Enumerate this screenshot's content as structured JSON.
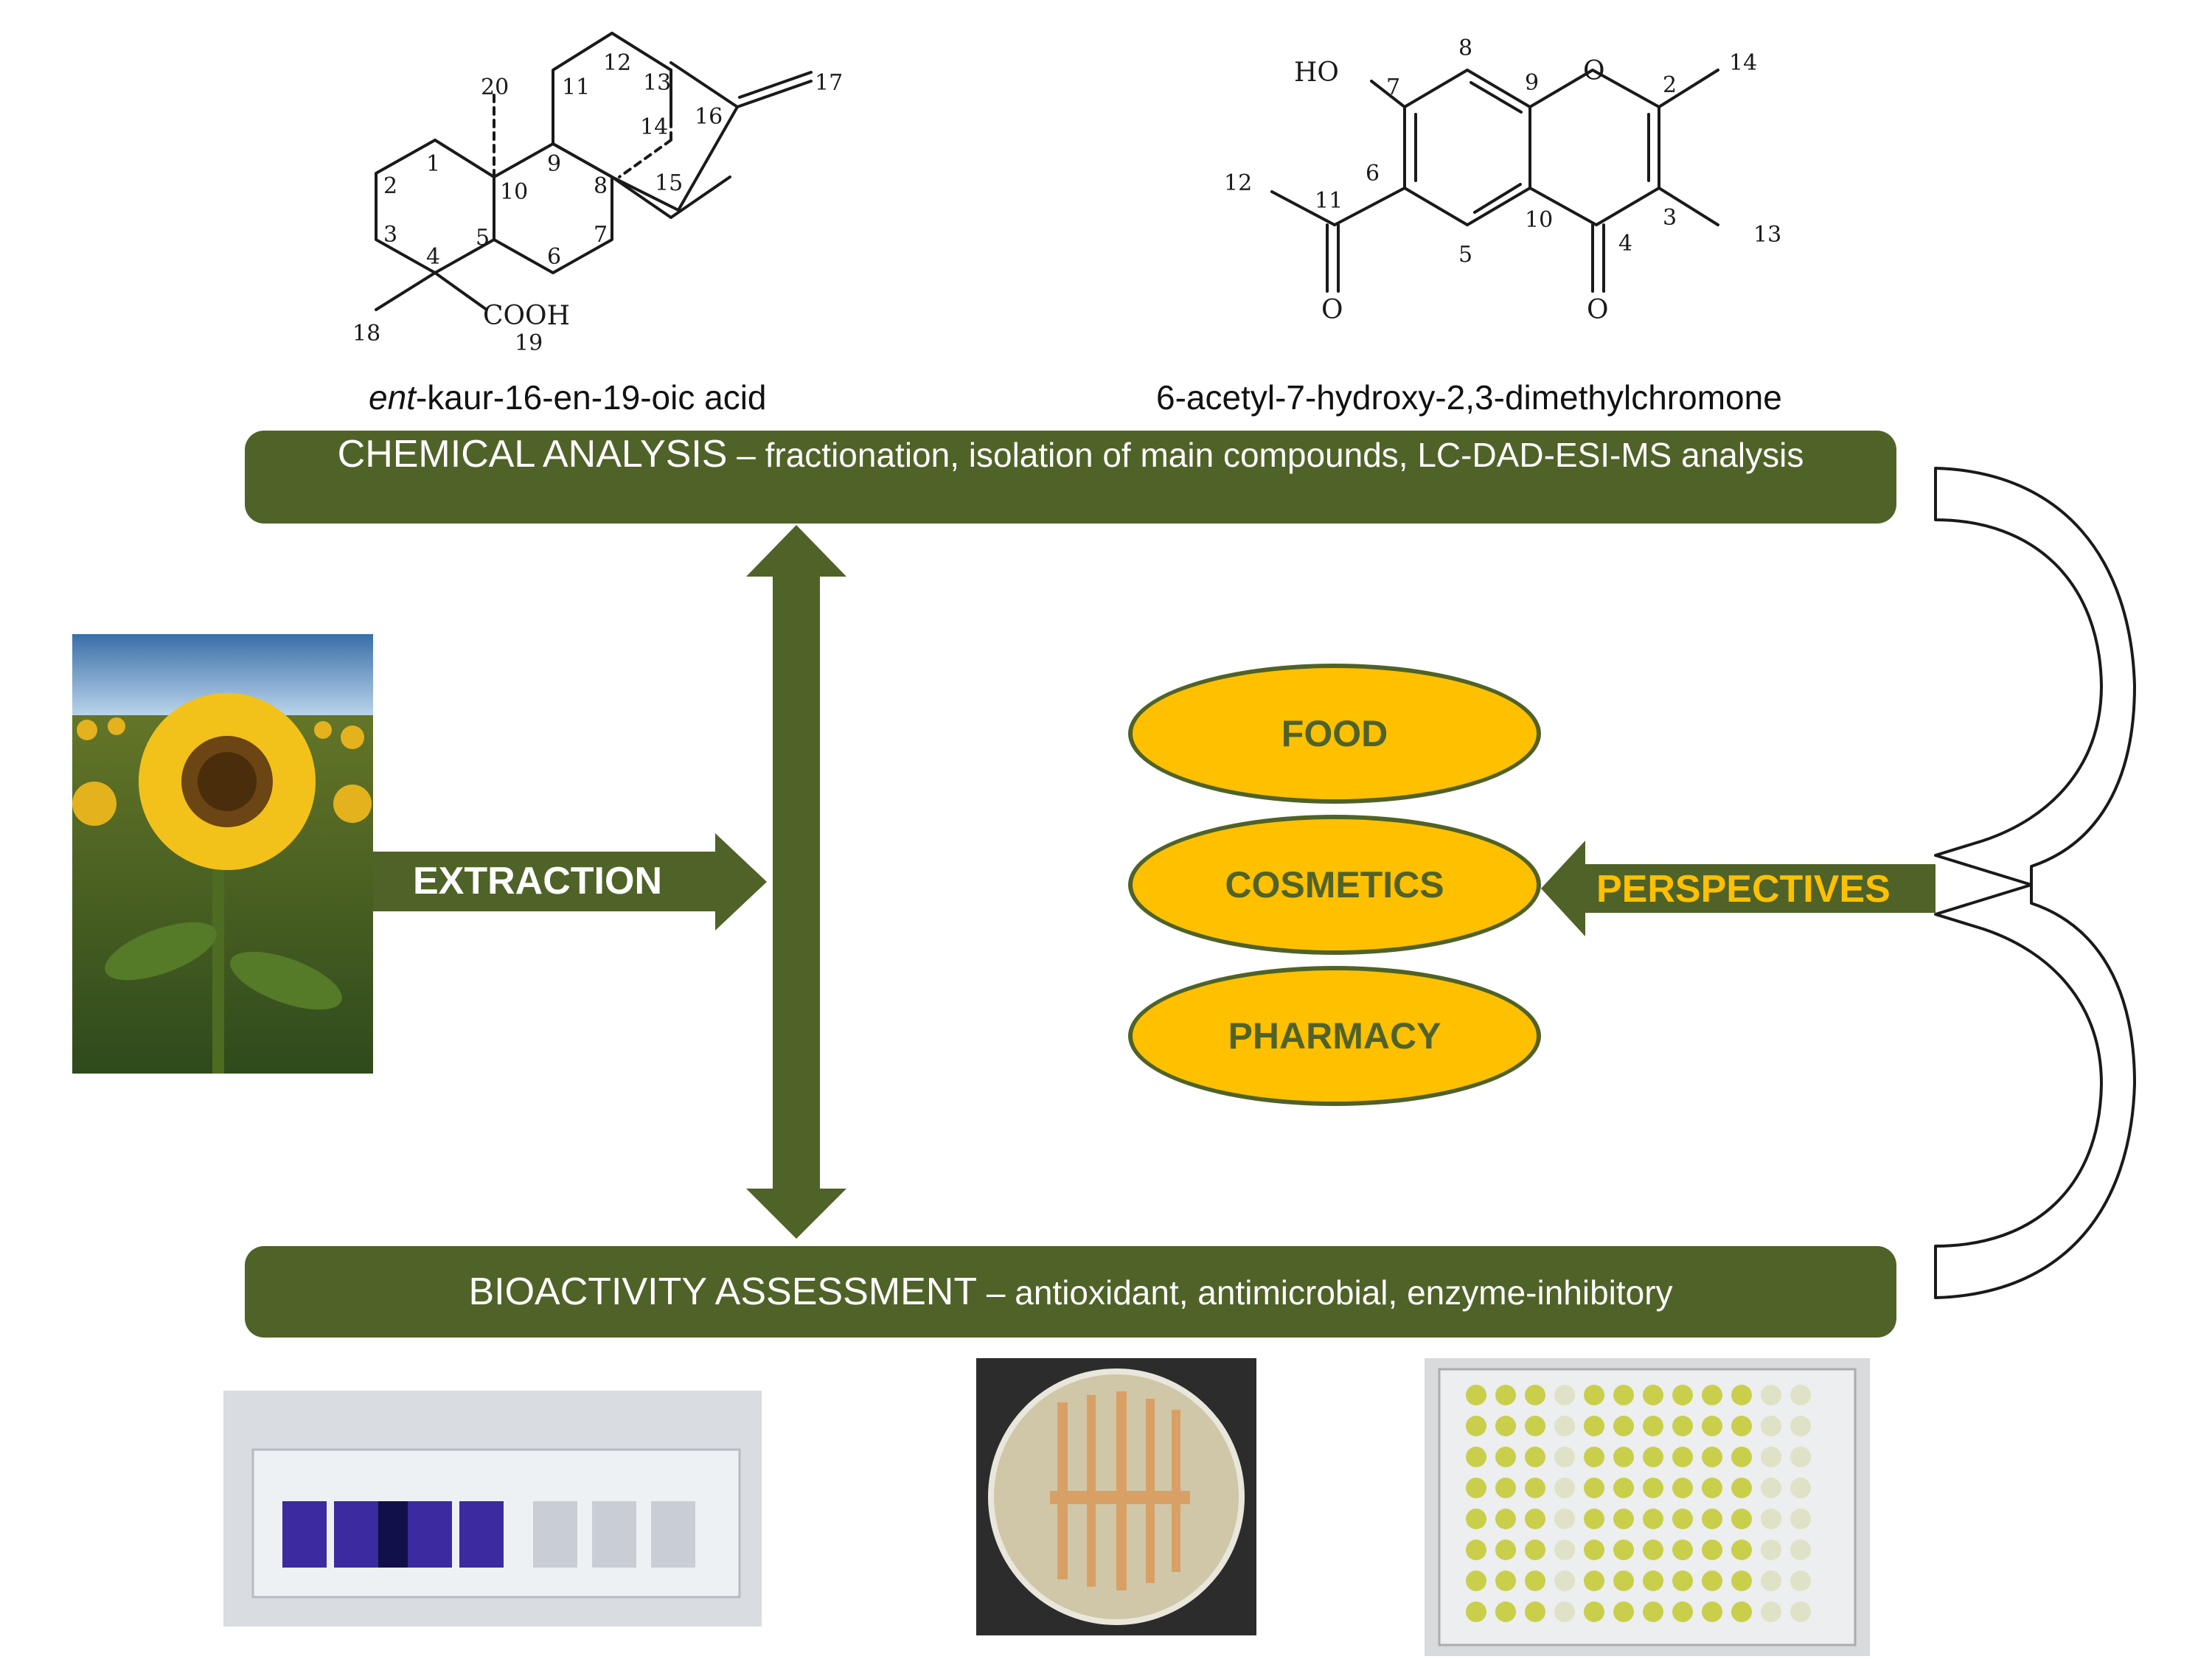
{
  "compounds": [
    {
      "name_italic": "ent",
      "name_rest": "-kaur-16-en-19-oic acid",
      "group_label": "COOH",
      "atom_numbers": [
        "1",
        "2",
        "3",
        "4",
        "5",
        "6",
        "7",
        "8",
        "9",
        "10",
        "11",
        "12",
        "13",
        "14",
        "15",
        "16",
        "17",
        "18",
        "19",
        "20"
      ]
    },
    {
      "name": "6-acetyl-7-hydroxy-2,3-dimethylchromone",
      "group_labels": {
        "hydroxy": "HO",
        "ring_oxygen": "O",
        "ketone_oxygen": "O",
        "acetyl_oxygen": "O"
      },
      "atom_numbers": [
        "2",
        "3",
        "4",
        "5",
        "6",
        "7",
        "8",
        "9",
        "10",
        "11",
        "12",
        "13",
        "14"
      ]
    }
  ],
  "banners": {
    "chemical": {
      "lead": "CHEMICAL ANALYSIS",
      "rest": " – fractionation, isolation of main compounds, LC-DAD-ESI-MS analysis"
    },
    "bioactivity": {
      "lead": "BIOACTIVITY ASSESSMENT",
      "rest": " – antioxidant, antimicrobial, enzyme-inhibitory"
    }
  },
  "arrows": {
    "extraction": "EXTRACTION",
    "perspectives": "PERSPECTIVES"
  },
  "applications": [
    "FOOD",
    "COSMETICS",
    "PHARMACY"
  ],
  "colors": {
    "primary_green": "#4f6228",
    "accent_yellow": "#ffc000",
    "text_dark": "#111111"
  },
  "images": [
    {
      "icon": "sunflower-photo"
    },
    {
      "icon": "microplate-purple-photo"
    },
    {
      "icon": "petri-dish-photo"
    },
    {
      "icon": "microplate-yellow-photo"
    }
  ]
}
